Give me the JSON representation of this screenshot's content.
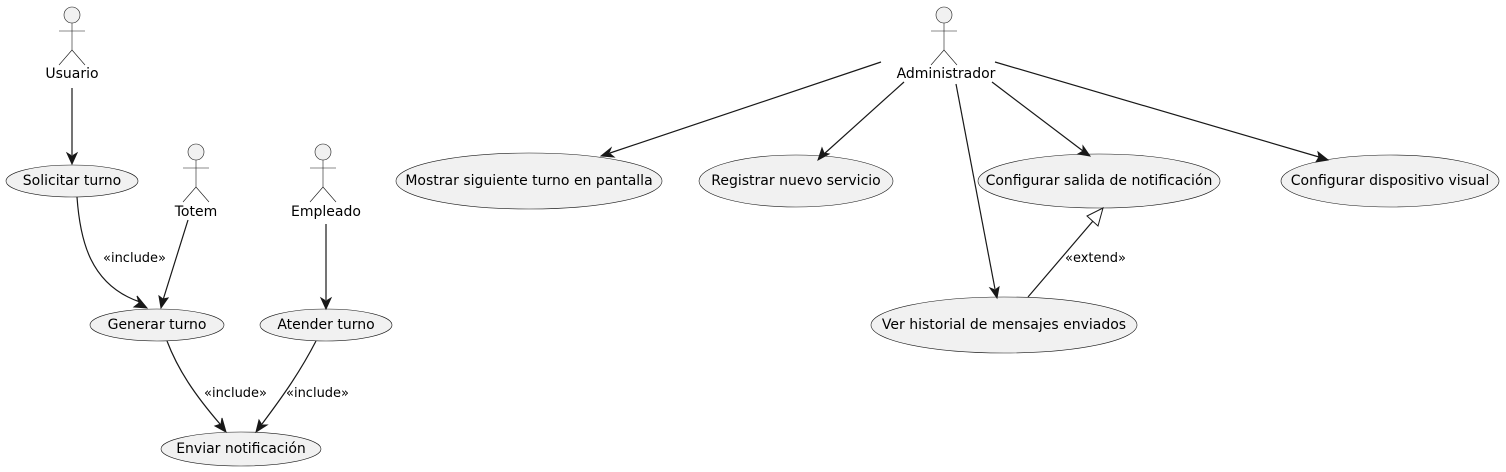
{
  "colors": {
    "usecase_fill": "#f1f1f1",
    "line": "#181818",
    "background": "#ffffff"
  },
  "actors": {
    "usuario": "Usuario",
    "totem": "Totem",
    "empleado": "Empleado",
    "administrador": "Administrador"
  },
  "use_cases": {
    "solicitar_turno": "Solicitar turno",
    "generar_turno": "Generar turno",
    "atender_turno": "Atender turno",
    "enviar_notificacion": "Enviar notificación",
    "mostrar_siguiente_turno": "Mostrar siguiente turno en pantalla",
    "registrar_nuevo_servicio": "Registrar nuevo servicio",
    "configurar_salida_notificacion": "Configurar salida de notificación",
    "configurar_dispositivo_visual": "Configurar dispositivo visual",
    "ver_historial_mensajes": "Ver historial de mensajes enviados"
  },
  "relations": {
    "include": "«include»",
    "extend": "«extend»"
  }
}
